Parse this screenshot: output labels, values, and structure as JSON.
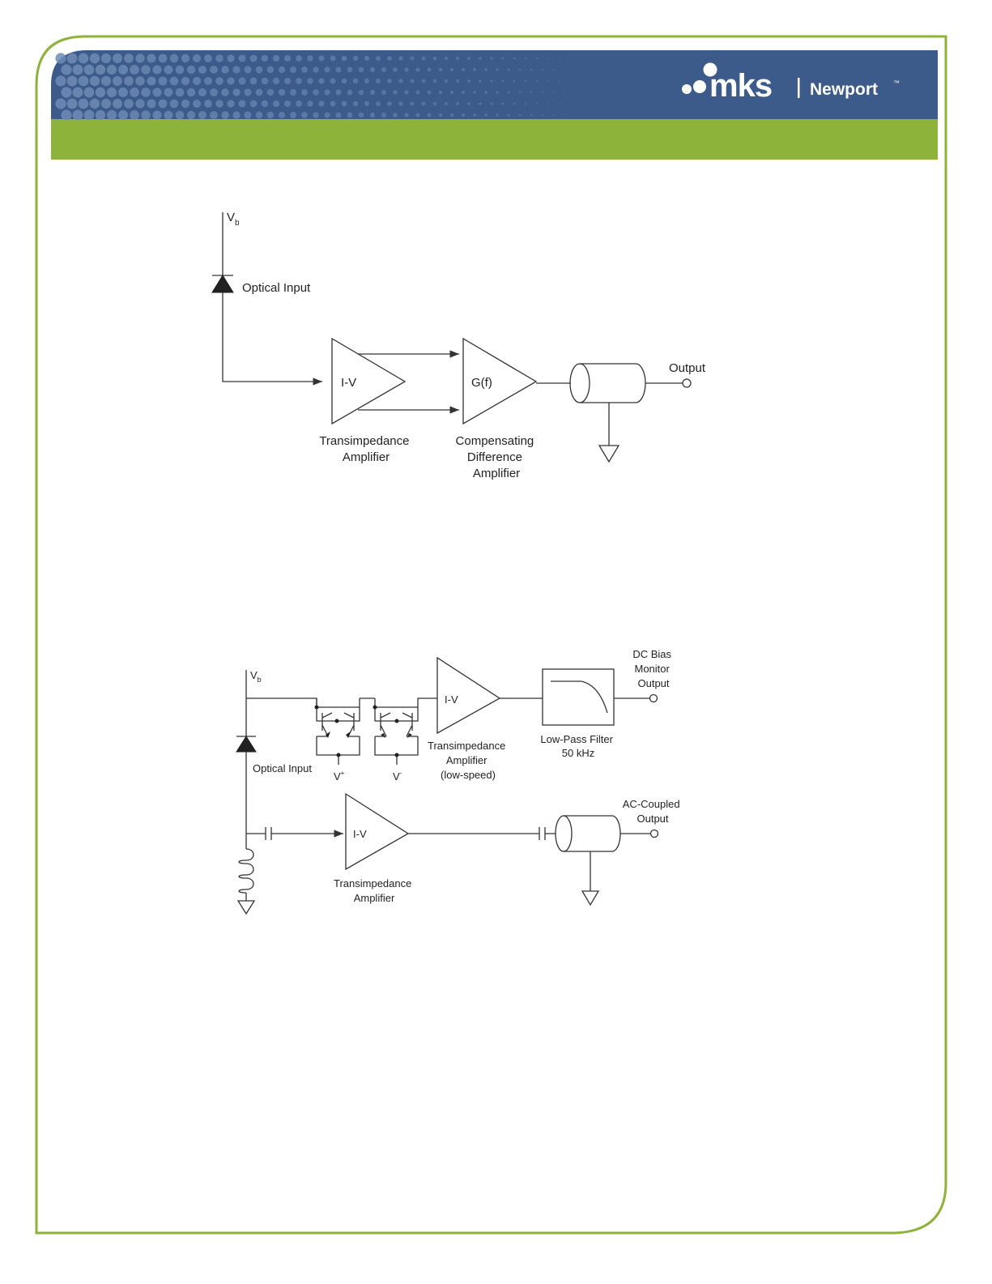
{
  "header": {
    "brand_primary": "mks",
    "brand_secondary": "Newport",
    "trademark": "™",
    "colors": {
      "banner_blue": "#3d5b8a",
      "band_green": "#8db33a",
      "frame_green": "#8db33a",
      "dots": "#6f8bb5"
    }
  },
  "diagram1": {
    "vb_label": "V",
    "vb_sub": "b",
    "optical_input": "Optical Input",
    "amp1_label": "I-V",
    "amp1_caption": [
      "Transimpedance",
      "Amplifier"
    ],
    "amp2_label": "G(f)",
    "amp2_caption": [
      "Compensating",
      "Difference",
      "Amplifier"
    ],
    "output_label": "Output"
  },
  "diagram2": {
    "vb_label": "V",
    "vb_sub": "b",
    "optical_input": "Optical Input",
    "vplus_label": "V",
    "vplus_sup": "+",
    "vminus_label": "V",
    "vminus_sup": "-",
    "amp_low_label": "I-V",
    "amp_low_caption": [
      "Transimpedance",
      "Amplifier",
      "(low-speed)"
    ],
    "filter_caption": [
      "Low-Pass Filter",
      "50 kHz"
    ],
    "dc_output": [
      "DC Bias",
      "Monitor",
      "Output"
    ],
    "amp_hi_label": "I-V",
    "amp_hi_caption": [
      "Transimpedance",
      "Amplifier"
    ],
    "ac_output": [
      "AC-Coupled",
      "Output"
    ]
  }
}
